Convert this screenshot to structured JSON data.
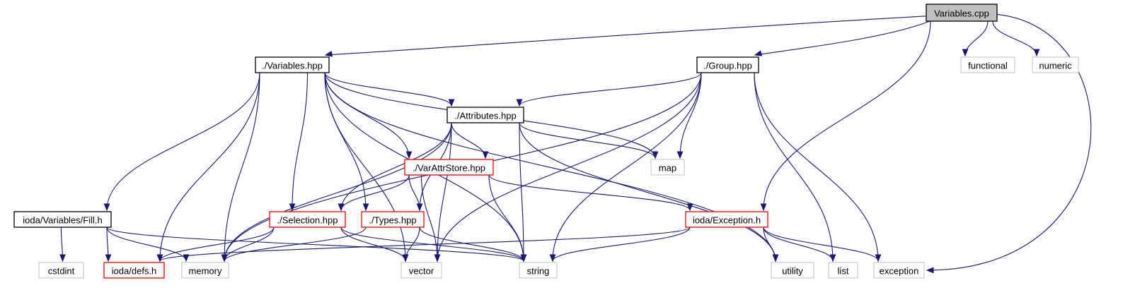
{
  "colors": {
    "edge": "#191970",
    "root_fill": "#bfbfbf",
    "documented_border": "#000000",
    "truncated_border": "#ff0000",
    "external_border": "#bfbfbf"
  },
  "nodes": [
    {
      "id": "variables_cpp",
      "label": "Variables.cpp",
      "kind": "root"
    },
    {
      "id": "variables_hpp",
      "label": "./Variables.hpp",
      "kind": "documented"
    },
    {
      "id": "group_hpp",
      "label": "./Group.hpp",
      "kind": "documented"
    },
    {
      "id": "functional",
      "label": "functional",
      "kind": "external"
    },
    {
      "id": "numeric",
      "label": "numeric",
      "kind": "external"
    },
    {
      "id": "attributes_hpp",
      "label": "./Attributes.hpp",
      "kind": "documented"
    },
    {
      "id": "varattrstore_hpp",
      "label": "./VarAttrStore.hpp",
      "kind": "truncated"
    },
    {
      "id": "map",
      "label": "map",
      "kind": "external"
    },
    {
      "id": "fill_h",
      "label": "ioda/Variables/Fill.h",
      "kind": "documented"
    },
    {
      "id": "selection_hpp",
      "label": "./Selection.hpp",
      "kind": "truncated"
    },
    {
      "id": "types_hpp",
      "label": "./Types.hpp",
      "kind": "truncated"
    },
    {
      "id": "exception_h",
      "label": "ioda/Exception.h",
      "kind": "truncated"
    },
    {
      "id": "cstdint",
      "label": "cstdint",
      "kind": "external"
    },
    {
      "id": "defs_h",
      "label": "ioda/defs.h",
      "kind": "truncated"
    },
    {
      "id": "memory",
      "label": "memory",
      "kind": "external"
    },
    {
      "id": "vector",
      "label": "vector",
      "kind": "external"
    },
    {
      "id": "string",
      "label": "string",
      "kind": "external"
    },
    {
      "id": "utility",
      "label": "utility",
      "kind": "external"
    },
    {
      "id": "list",
      "label": "list",
      "kind": "external"
    },
    {
      "id": "exception",
      "label": "exception",
      "kind": "external"
    }
  ],
  "edges": [
    [
      "variables_cpp",
      "variables_hpp"
    ],
    [
      "variables_cpp",
      "group_hpp"
    ],
    [
      "variables_cpp",
      "functional"
    ],
    [
      "variables_cpp",
      "numeric"
    ],
    [
      "variables_cpp",
      "exception_h"
    ],
    [
      "variables_cpp",
      "exception"
    ],
    [
      "variables_hpp",
      "attributes_hpp"
    ],
    [
      "variables_hpp",
      "varattrstore_hpp"
    ],
    [
      "variables_hpp",
      "map"
    ],
    [
      "variables_hpp",
      "fill_h"
    ],
    [
      "variables_hpp",
      "selection_hpp"
    ],
    [
      "variables_hpp",
      "types_hpp"
    ],
    [
      "variables_hpp",
      "defs_h"
    ],
    [
      "variables_hpp",
      "memory"
    ],
    [
      "variables_hpp",
      "vector"
    ],
    [
      "variables_hpp",
      "string"
    ],
    [
      "variables_hpp",
      "utility"
    ],
    [
      "group_hpp",
      "attributes_hpp"
    ],
    [
      "group_hpp",
      "map"
    ],
    [
      "group_hpp",
      "memory"
    ],
    [
      "group_hpp",
      "vector"
    ],
    [
      "group_hpp",
      "string"
    ],
    [
      "group_hpp",
      "list"
    ],
    [
      "group_hpp",
      "exception"
    ],
    [
      "attributes_hpp",
      "varattrstore_hpp"
    ],
    [
      "attributes_hpp",
      "map"
    ],
    [
      "attributes_hpp",
      "selection_hpp"
    ],
    [
      "attributes_hpp",
      "types_hpp"
    ],
    [
      "attributes_hpp",
      "memory"
    ],
    [
      "attributes_hpp",
      "vector"
    ],
    [
      "attributes_hpp",
      "string"
    ],
    [
      "attributes_hpp",
      "utility"
    ],
    [
      "varattrstore_hpp",
      "selection_hpp"
    ],
    [
      "varattrstore_hpp",
      "types_hpp"
    ],
    [
      "varattrstore_hpp",
      "exception_h"
    ],
    [
      "varattrstore_hpp",
      "vector"
    ],
    [
      "varattrstore_hpp",
      "string"
    ],
    [
      "fill_h",
      "cstdint"
    ],
    [
      "fill_h",
      "defs_h"
    ],
    [
      "fill_h",
      "memory"
    ],
    [
      "fill_h",
      "string"
    ],
    [
      "selection_hpp",
      "defs_h"
    ],
    [
      "selection_hpp",
      "memory"
    ],
    [
      "selection_hpp",
      "vector"
    ],
    [
      "selection_hpp",
      "string"
    ],
    [
      "types_hpp",
      "memory"
    ],
    [
      "types_hpp",
      "vector"
    ],
    [
      "types_hpp",
      "string"
    ],
    [
      "exception_h",
      "defs_h"
    ],
    [
      "exception_h",
      "string"
    ],
    [
      "exception_h",
      "utility"
    ],
    [
      "exception_h",
      "list"
    ],
    [
      "exception_h",
      "exception"
    ]
  ]
}
